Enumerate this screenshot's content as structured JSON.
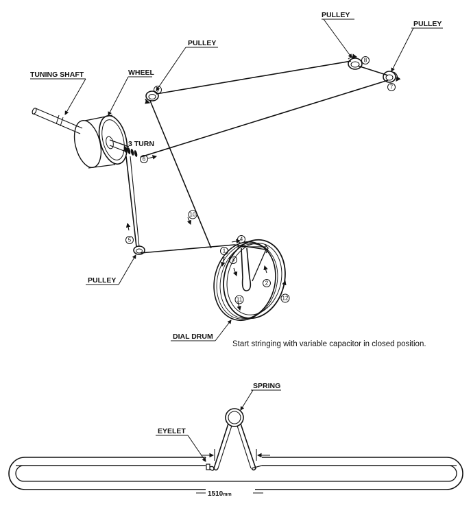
{
  "labels": {
    "tuning_shaft": "TUNING SHAFT",
    "wheel": "WHEEL",
    "pulley_top_left": "PULLEY",
    "pulley_top_middle": "PULLEY",
    "pulley_top_right": "PULLEY",
    "pulley_bottom_left": "PULLEY",
    "three_turn": "3 TURN",
    "dial_drum": "DIAL DRUM",
    "spring": "SPRING",
    "eyelet": "EYELET"
  },
  "steps": [
    "1",
    "2",
    "3",
    "4",
    "5",
    "6",
    "7",
    "8",
    "9",
    "10",
    "11",
    "12"
  ],
  "instruction": "Start stringing with variable capacitor in closed position.",
  "dimension": {
    "value": "1510",
    "unit": "mm"
  }
}
